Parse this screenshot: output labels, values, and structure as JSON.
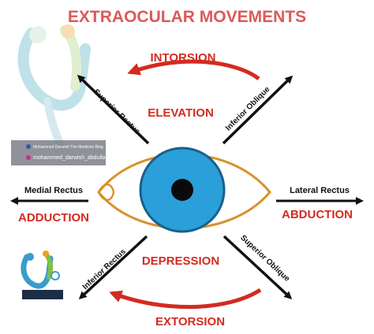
{
  "title": "EXTRAOCULAR MOVEMENTS",
  "movements": {
    "intorsion": "INTORSION",
    "elevation": "ELEVATION",
    "depression": "DEPRESSION",
    "extorsion": "EXTORSION",
    "adduction": "ADDUCTION",
    "abduction": "ABDUCTION"
  },
  "muscles": {
    "superior_rectus": "Superior Rectus",
    "inferior_oblique": "Inferior Oblique",
    "medial_rectus": "Medial Rectus",
    "lateral_rectus": "Lateral Rectus",
    "inferior_rectus": "Inferior Rectus",
    "superior_oblique": "Superior Oblique"
  },
  "watermark": {
    "page": "Mohammed Darwish The Medicine Blog",
    "handle": "mohammed_darwish_abdullah"
  },
  "colors": {
    "title": "#dc5a5a",
    "movement_red": "#d32b20",
    "arrow_black": "#111111",
    "iris_blue": "#2a9fd9",
    "eye_outline": "#d9922a",
    "pupil": "#0a0a0a"
  },
  "icons": [
    "stethoscope-logo-icon",
    "facebook-icon",
    "instagram-icon"
  ]
}
